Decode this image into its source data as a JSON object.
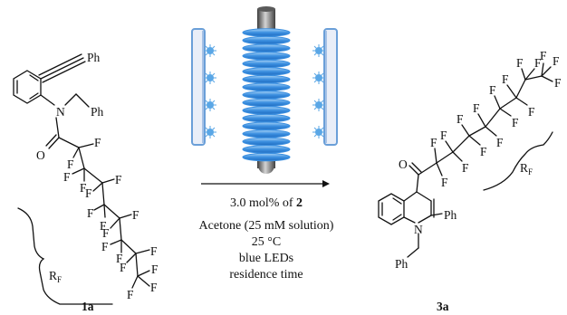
{
  "reactant": {
    "phenyl_label": "Ph",
    "nitrogen_label": "N",
    "benzyl_label": "Ph",
    "oxygen_label": "O",
    "fluorine_label": "F",
    "rf_label": "R",
    "rf_subscript": "F",
    "compound_label": "1a"
  },
  "conditions": {
    "catalyst_prefix": "3.0 mol% of ",
    "catalyst_number": "2",
    "solvent": "Acetone (25 mM solution)",
    "temperature": "25 °C",
    "light": "blue LEDs",
    "time": "residence time"
  },
  "product": {
    "oxygen_label": "O",
    "nitrogen_label": "N",
    "phenyl_label": "Ph",
    "benzyl_label": "Ph",
    "fluorine_label": "F",
    "rf_label": "R",
    "rf_subscript": "F",
    "compound_label": "3a"
  },
  "colors": {
    "coil": "#3b8fe0",
    "coil_light": "#a9d4f7",
    "panel_edge": "#6a9fd8",
    "panel_fill": "#e9eef8",
    "led": "#5aa7e6",
    "rod_dark": "#4a4a4a",
    "rod_light": "#d8d8d8"
  }
}
